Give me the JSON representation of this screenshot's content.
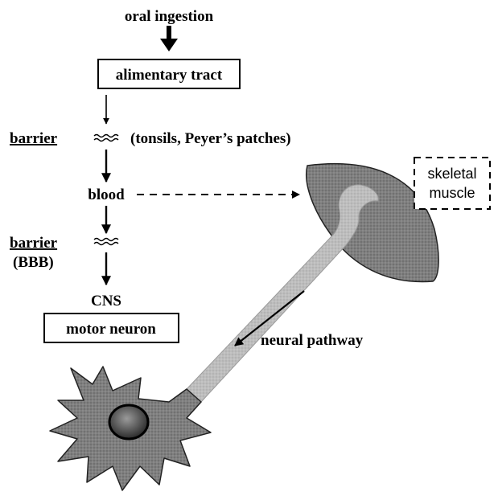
{
  "labels": {
    "oral_ingestion": "oral ingestion",
    "alimentary_tract": "alimentary tract",
    "barrier_1": "barrier",
    "barrier_1_detail": "(tonsils, Peyer’s patches)",
    "blood": "blood",
    "barrier_2": "barrier",
    "barrier_2_detail": "(BBB)",
    "cns": "CNS",
    "motor_neuron": "motor neuron",
    "skeletal_muscle_line1": "skeletal",
    "skeletal_muscle_line2": "muscle",
    "neural_pathway": "neural pathway"
  }
}
